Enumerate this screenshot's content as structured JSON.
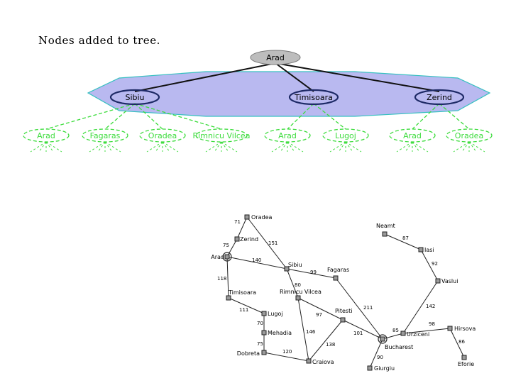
{
  "title": "Nodes added to tree.",
  "colors": {
    "frontier_fill": "#b9b9f0",
    "frontier_stroke": "#36c0c0",
    "child": "#3cdc3c",
    "edge": "#111111",
    "root_fill": "#bdbdbd",
    "city_fill": "#9a9a9a"
  },
  "tree": {
    "root": "Arad",
    "level1": [
      "Sibiu",
      "Timisoara",
      "Zerind"
    ],
    "level2": [
      "Arad",
      "Fagaras",
      "Oradea",
      "Rimnicu Vilcea",
      "Arad",
      "Lugoj",
      "Arad",
      "Oradea"
    ]
  },
  "map": {
    "cities": [
      {
        "id": "oradea",
        "name": "Oradea"
      },
      {
        "id": "zerind",
        "name": "Zerind"
      },
      {
        "id": "arad",
        "name": "Arad"
      },
      {
        "id": "timisoara",
        "name": "Timisoara"
      },
      {
        "id": "lugoj",
        "name": "Lugoj"
      },
      {
        "id": "mehadia",
        "name": "Mehadia"
      },
      {
        "id": "dobreta",
        "name": "Dobreta"
      },
      {
        "id": "craiova",
        "name": "Craiova"
      },
      {
        "id": "sibiu",
        "name": "Sibiu"
      },
      {
        "id": "fagaras",
        "name": "Fagaras"
      },
      {
        "id": "rimnicu",
        "name": "Rimnicu Vilcea"
      },
      {
        "id": "pitesti",
        "name": "Pitesti"
      },
      {
        "id": "bucharest",
        "name": "Bucharest"
      },
      {
        "id": "giurgiu",
        "name": "Giurgiu"
      },
      {
        "id": "urziceni",
        "name": "Urziceni"
      },
      {
        "id": "neamt",
        "name": "Neamt"
      },
      {
        "id": "iasi",
        "name": "Iasi"
      },
      {
        "id": "vaslui",
        "name": "Vaslui"
      },
      {
        "id": "hirsova",
        "name": "Hirsova"
      },
      {
        "id": "eforie",
        "name": "Eforie"
      }
    ],
    "roads": [
      {
        "a": "oradea",
        "b": "zerind",
        "d": "71"
      },
      {
        "a": "zerind",
        "b": "arad",
        "d": "75"
      },
      {
        "a": "oradea",
        "b": "sibiu",
        "d": "151"
      },
      {
        "a": "arad",
        "b": "sibiu",
        "d": "140"
      },
      {
        "a": "arad",
        "b": "timisoara",
        "d": "118"
      },
      {
        "a": "timisoara",
        "b": "lugoj",
        "d": "111"
      },
      {
        "a": "lugoj",
        "b": "mehadia",
        "d": "70"
      },
      {
        "a": "mehadia",
        "b": "dobreta",
        "d": "75"
      },
      {
        "a": "dobreta",
        "b": "craiova",
        "d": "120"
      },
      {
        "a": "sibiu",
        "b": "fagaras",
        "d": "99"
      },
      {
        "a": "sibiu",
        "b": "rimnicu",
        "d": "80"
      },
      {
        "a": "rimnicu",
        "b": "pitesti",
        "d": "97"
      },
      {
        "a": "rimnicu",
        "b": "craiova",
        "d": "146"
      },
      {
        "a": "craiova",
        "b": "pitesti",
        "d": "138"
      },
      {
        "a": "fagaras",
        "b": "bucharest",
        "d": "211"
      },
      {
        "a": "pitesti",
        "b": "bucharest",
        "d": "101"
      },
      {
        "a": "bucharest",
        "b": "giurgiu",
        "d": "90"
      },
      {
        "a": "bucharest",
        "b": "urziceni",
        "d": "85"
      },
      {
        "a": "urziceni",
        "b": "vaslui",
        "d": "142"
      },
      {
        "a": "vaslui",
        "b": "iasi",
        "d": "92"
      },
      {
        "a": "iasi",
        "b": "neamt",
        "d": "87"
      },
      {
        "a": "urziceni",
        "b": "hirsova",
        "d": "98"
      },
      {
        "a": "hirsova",
        "b": "eforie",
        "d": "86"
      }
    ]
  }
}
